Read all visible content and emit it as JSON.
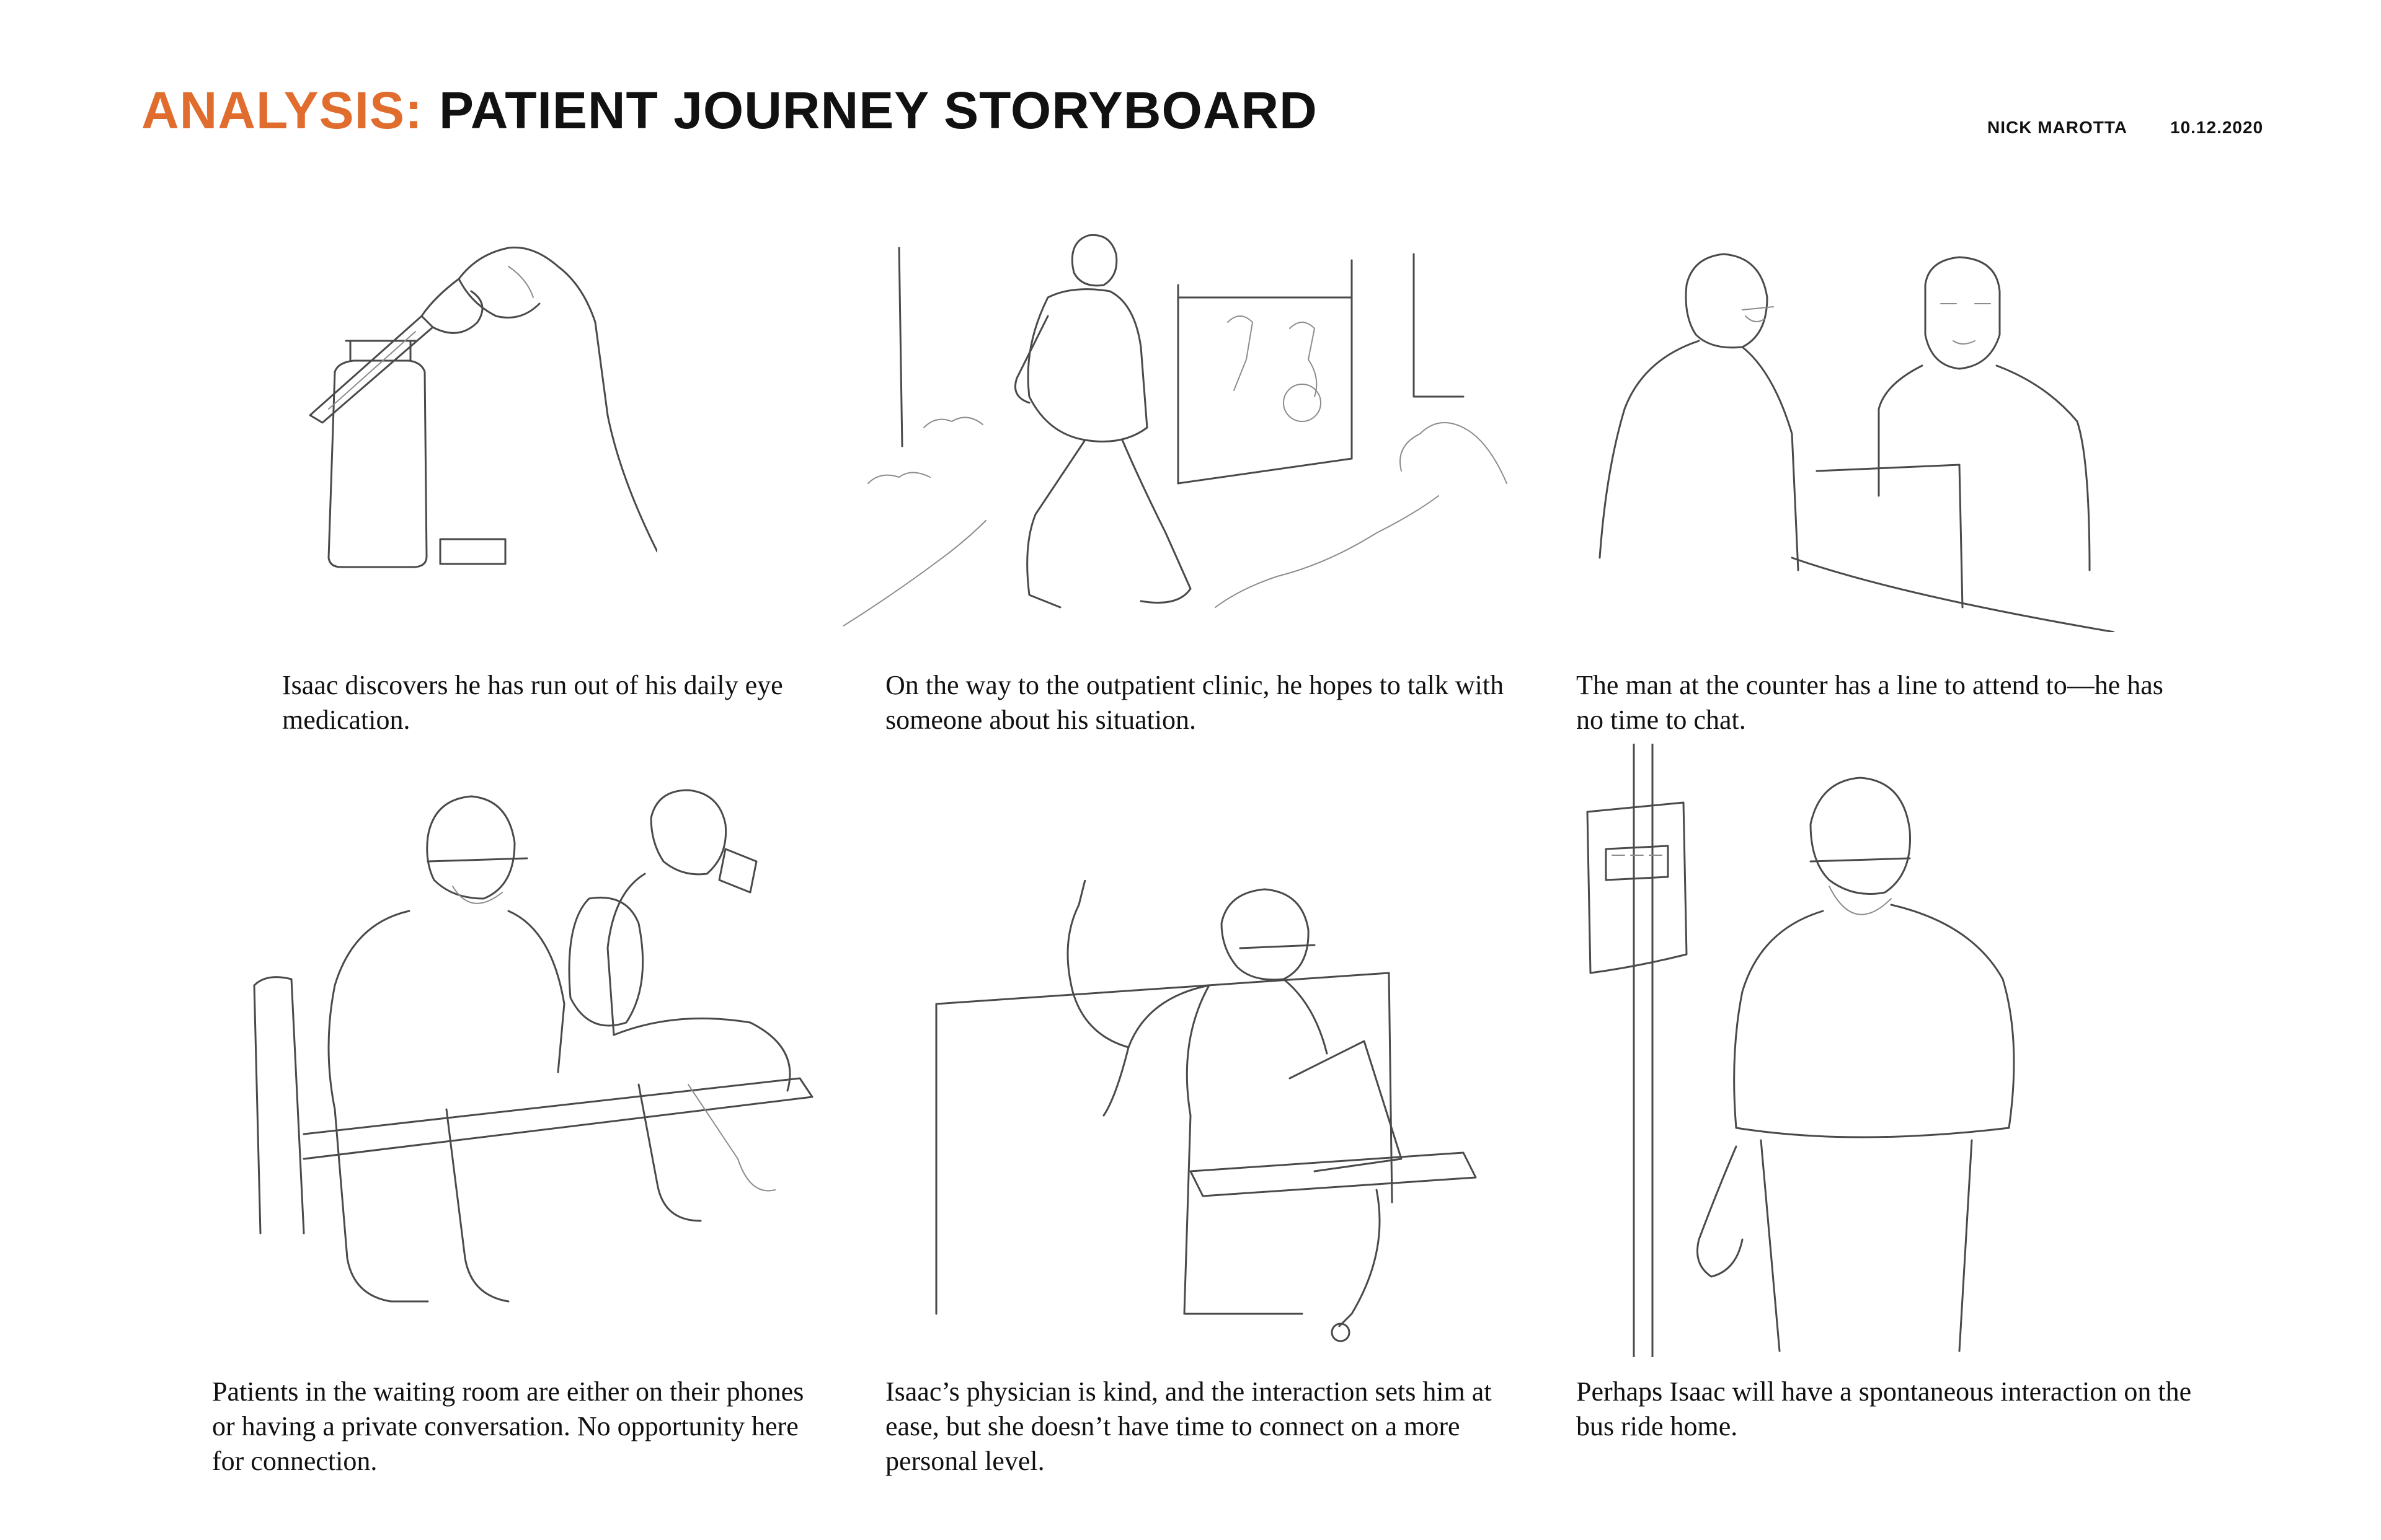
{
  "header": {
    "title_accent": "ANALYSIS:",
    "title_main": "PATIENT JOURNEY STORYBOARD",
    "author": "NICK MAROTTA",
    "date": "10.12.2020"
  },
  "panels": [
    {
      "caption": "Isaac discovers he has run out of his daily eye medication."
    },
    {
      "caption": "On the way to the outpatient clinic, he hopes to talk with someone about his situation."
    },
    {
      "caption": "The man at the counter has a line to attend to—he has no time to chat."
    },
    {
      "caption": "Patients in the waiting room are either on their phones or having a private conversation. No opportunity here for connection."
    },
    {
      "caption": "Isaac’s physician is kind, and the interaction sets him at ease, but she doesn’t have time to connect on a more personal level."
    },
    {
      "caption": "Perhaps Isaac will have a spontaneous interaction on the bus ride home."
    }
  ]
}
